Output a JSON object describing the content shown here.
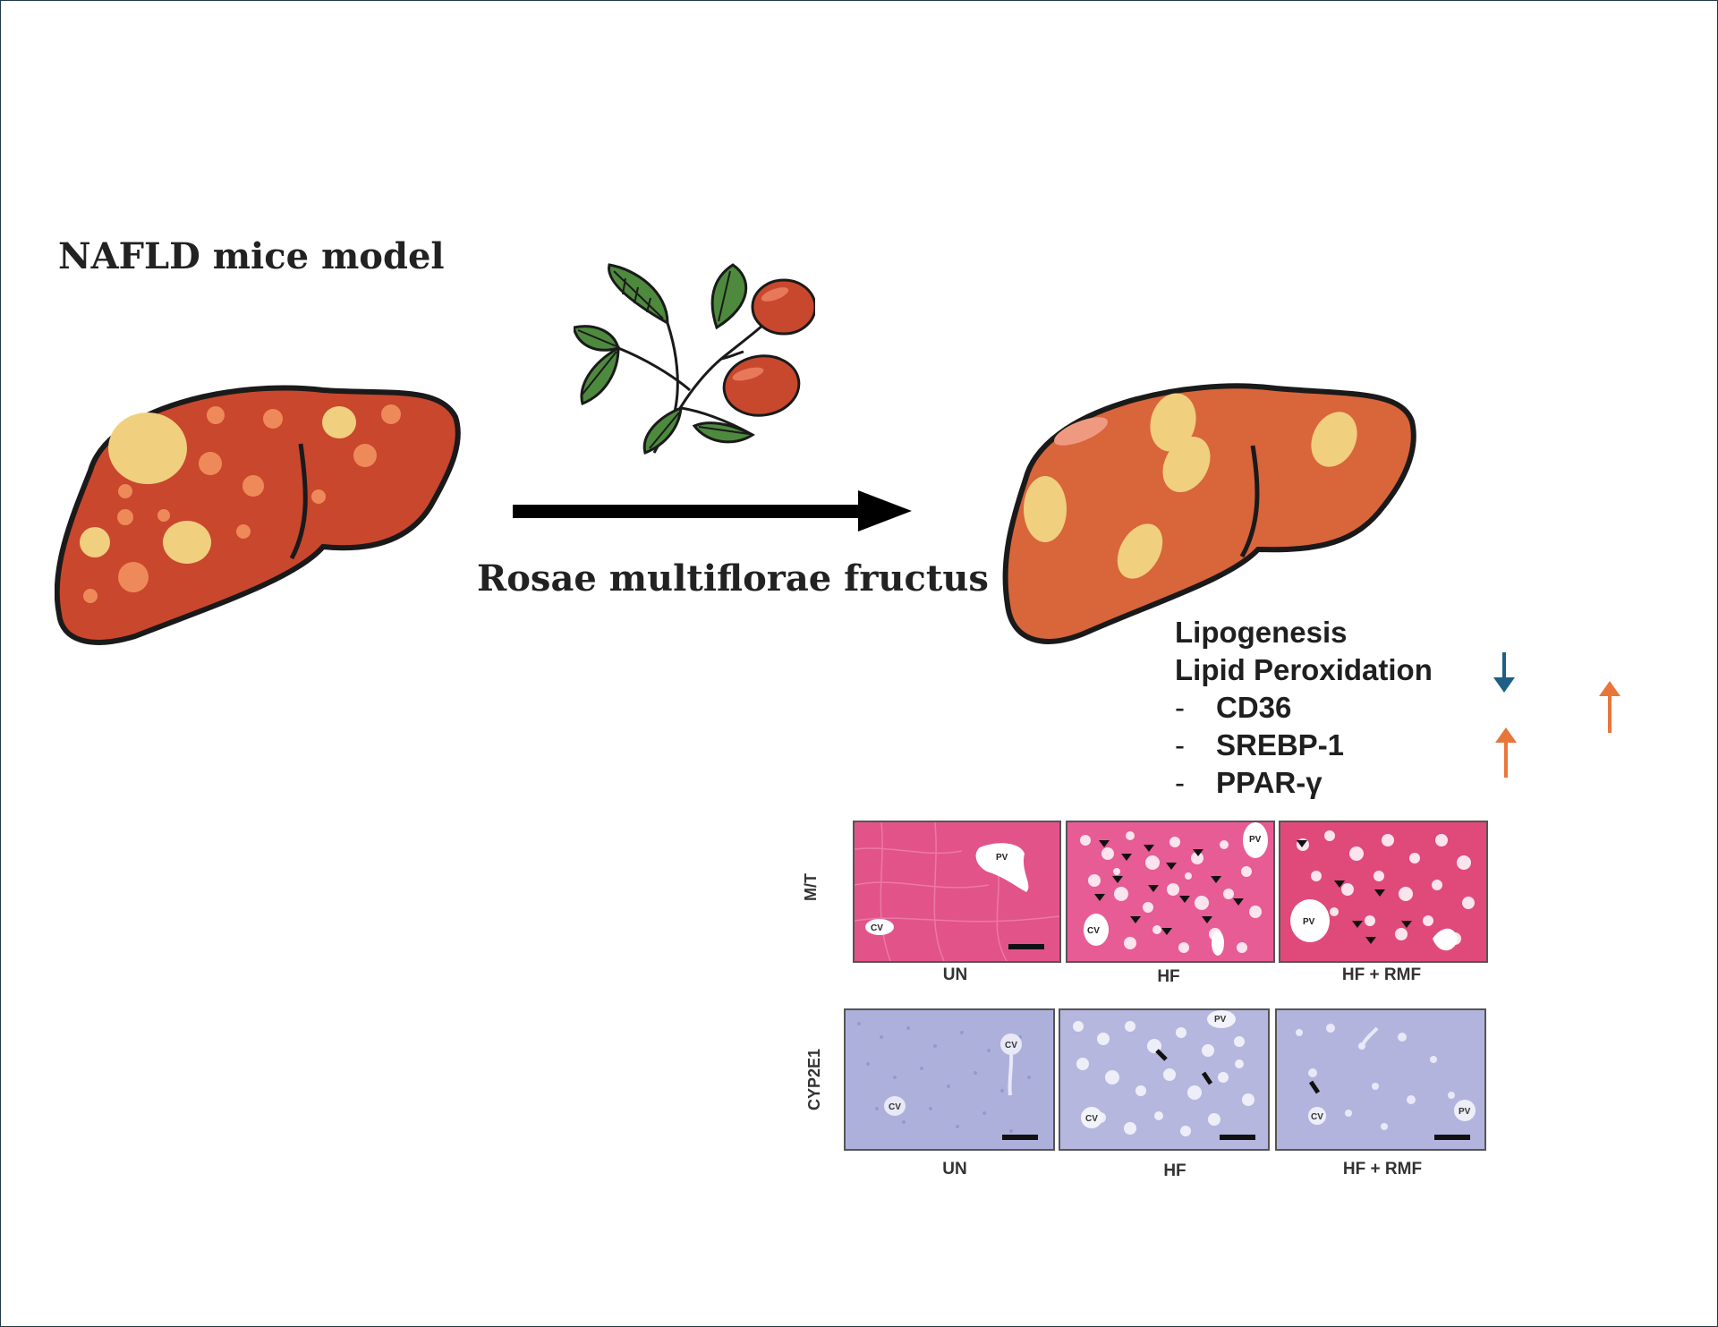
{
  "model_title": "NAFLD mice model",
  "treatment_label": "Rosae multiflorae fructus",
  "effects": {
    "lipogenesis": "Lipogenesis",
    "lipid_peroxidation": "Lipid Peroxidation",
    "bullet": "-",
    "cd36": "CD36",
    "srebp1": "SREBP-1",
    "ppar": "PPAR-γ"
  },
  "arrow_colors": {
    "down": "#1d5f85",
    "up": "#e8763a"
  },
  "histology": {
    "row1_label": "M/T",
    "row2_label": "CYP2E1",
    "groups": [
      "UN",
      "HF",
      "HF + RMF"
    ],
    "markers": {
      "pv": "PV",
      "cv": "CV"
    }
  },
  "colors": {
    "liver_diseased": "#c9472d",
    "liver_treated": "#d9653a",
    "fat_droplet": "#f0cf7e",
    "stain_mt": "#e2538a",
    "stain_cyp": "#aeb0dc"
  }
}
